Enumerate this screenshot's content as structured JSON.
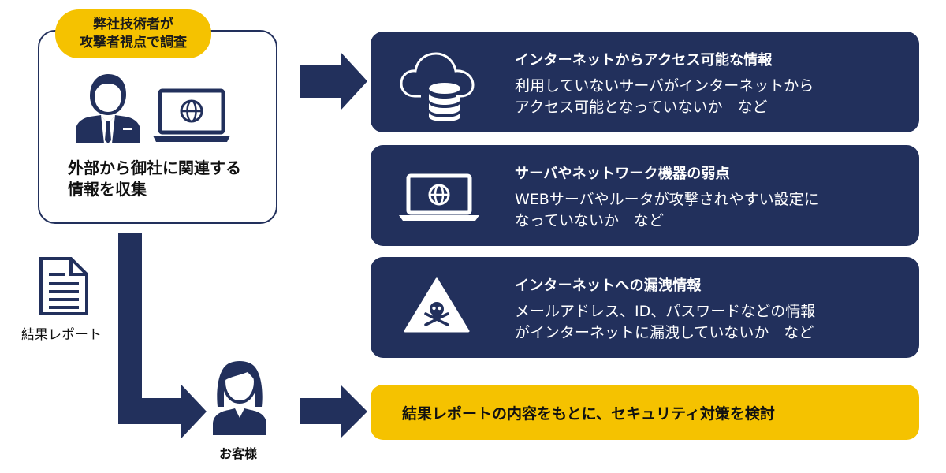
{
  "survey": {
    "badge": "弊社技術者が\n攻撃者視点で調査",
    "description": "外部から御社に関連する\n情報を収集"
  },
  "cards": [
    {
      "title": "インターネットからアクセス可能な情報",
      "description": "利用していないサーバがインターネットから\nアクセス可能となっていないか　など",
      "icon": "cloud-database-icon"
    },
    {
      "title": "サーバやネットワーク機器の弱点",
      "description": "WEBサーバやルータが攻撃されやすい設定に\nなっていないか　など",
      "icon": "laptop-globe-icon"
    },
    {
      "title": "インターネットへの漏洩情報",
      "description": "メールアドレス、ID、パスワードなどの情報\nがインターネットに漏洩していないか　など",
      "icon": "skull-warning-icon"
    }
  ],
  "report": {
    "label": "結果レポート",
    "icon": "document-icon"
  },
  "customer": {
    "label": "お客様",
    "icon": "customer-icon"
  },
  "action": {
    "text": "結果レポートの内容をもとに、セキュリティ対策を検討"
  },
  "colors": {
    "navy": "#22305c",
    "yellow": "#f5c200",
    "white": "#ffffff"
  }
}
